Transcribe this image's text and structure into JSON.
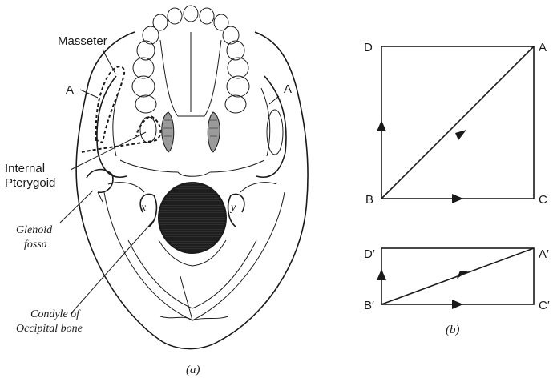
{
  "panel_a": {
    "labels": {
      "masseter": "Masseter",
      "a_left": "A",
      "a_right": "A",
      "internal_pterygoid_line1": "Internal",
      "internal_pterygoid_line2": "Pterygoid",
      "glenoid_line1": "Glenoid",
      "glenoid_line2": "fossa",
      "x": "x",
      "y": "y",
      "condyle_line1": "Condyle of",
      "condyle_line2": "Occipital bone"
    },
    "caption": "(a)"
  },
  "panel_b": {
    "square": {
      "top_left": "D",
      "top_right": "A",
      "bottom_left": "B",
      "bottom_right": "C"
    },
    "rect": {
      "top_left": "D′",
      "top_right": "A′",
      "bottom_left": "B′",
      "bottom_right": "C′"
    },
    "caption": "(b)"
  }
}
